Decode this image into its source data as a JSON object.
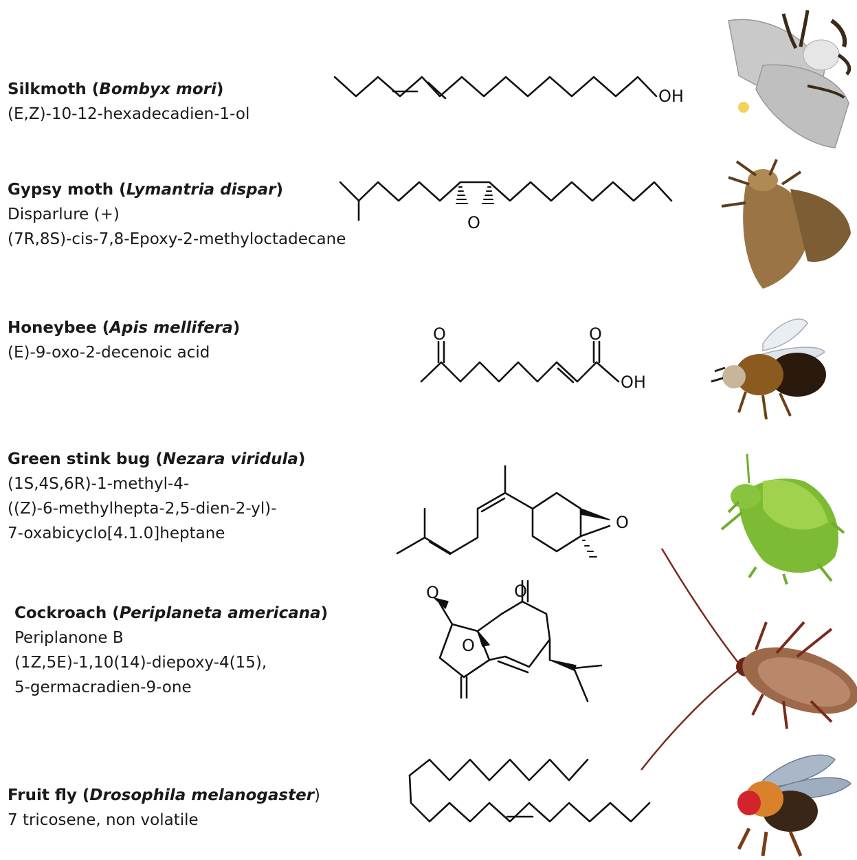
{
  "entries": [
    {
      "common": "Silkmoth",
      "scientific": "Bombyx mori",
      "lines": [
        "(E,Z)-10-12-hexadecadien-1-ol"
      ]
    },
    {
      "common": "Gypsy moth",
      "scientific": "Lymantria dispar",
      "lines": [
        "Disparlure (+)",
        "(7R,8S)-cis-7,8-Epoxy-2-methyloctadecane"
      ]
    },
    {
      "common": "Honeybee",
      "scientific": "Apis mellifera",
      "lines": [
        "(E)-9-oxo-2-decenoic acid"
      ]
    },
    {
      "common": "Green stink bug",
      "scientific": "Nezara viridula",
      "lines": [
        "(1S,4S,6R)-1-methyl-4-",
        "((Z)-6-methylhepta-2,5-dien-2-yl)-",
        "7-oxabicyclo[4.1.0]heptane"
      ]
    },
    {
      "common": "Cockroach",
      "scientific": "Periplaneta americana",
      "lines": [
        "Periplanone B",
        "(1Z,5E)-1,10(14)-diepoxy-4(15),",
        "5-germacradien-9-one"
      ]
    },
    {
      "common": "Fruit fly",
      "scientific": "Drosophila melanogaster",
      "lines": [
        "7 tricosene, non volatile"
      ]
    }
  ],
  "atoms": {
    "hydroxyl": "OH",
    "oxygen": "O"
  },
  "colors": {
    "bond": "#111111",
    "silkmoth": "#d8d8d8",
    "gypsy": "#9a7444",
    "bee": "#8a5a1e",
    "stinkbug": "#7dbb35",
    "cockroach": "#7a2a1c",
    "fly": "#d9822b"
  }
}
